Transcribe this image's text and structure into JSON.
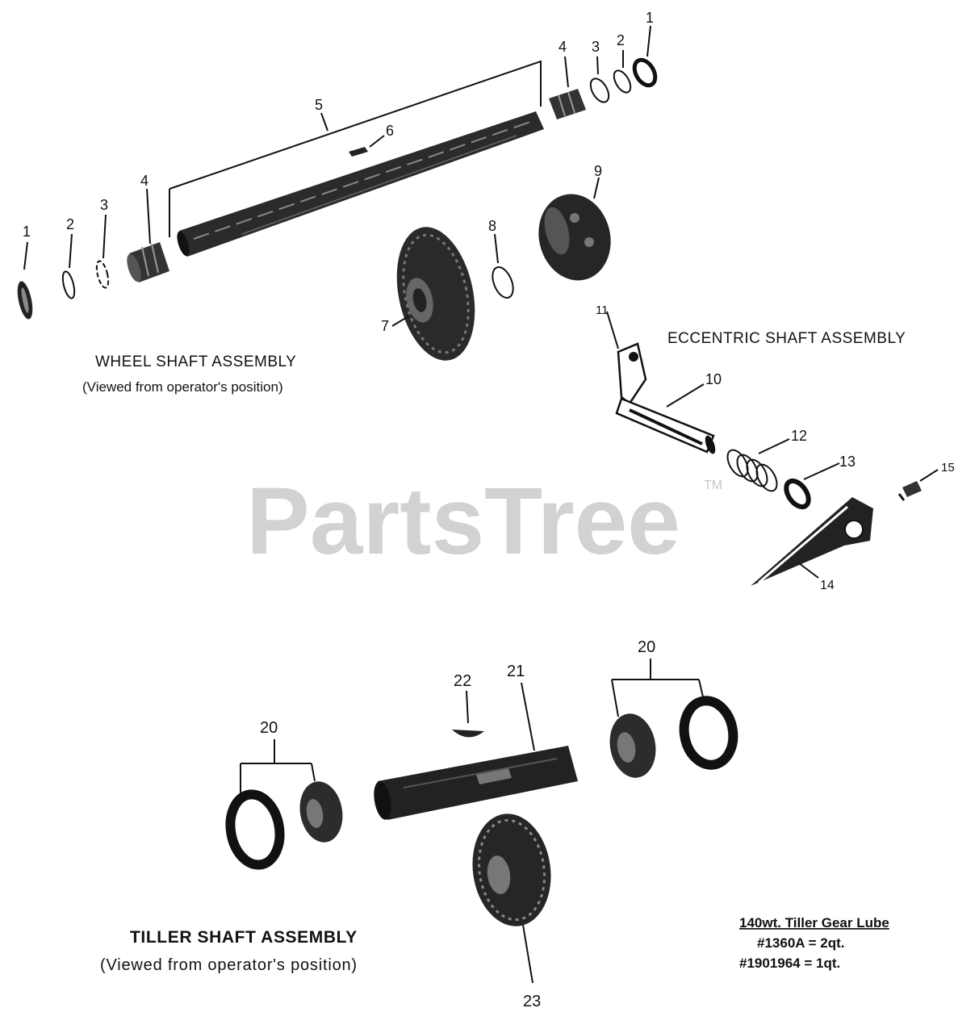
{
  "watermark": {
    "text": "PartsTree",
    "trademark": "TM"
  },
  "sections": {
    "wheel": {
      "title": "WHEEL SHAFT ASSEMBLY",
      "subtitle": "(Viewed from operator's position)"
    },
    "eccentric": {
      "title": "ECCENTRIC SHAFT ASSEMBLY"
    },
    "tiller": {
      "title": "TILLER SHAFT ASSEMBLY",
      "subtitle": "(Viewed from operator's position)"
    }
  },
  "lube_note": {
    "title": "140wt. Tiller Gear Lube",
    "line1": "#1360A = 2qt.",
    "line2": "#1901964 = 1qt."
  },
  "callouts": {
    "w1_left": "1",
    "w2_left": "2",
    "w3_left": "3",
    "w4_left": "4",
    "w5": "5",
    "w6": "6",
    "w4_right": "4",
    "w3_right": "3",
    "w2_right": "2",
    "w1_right": "1",
    "w7": "7",
    "w8": "8",
    "w9": "9",
    "e10": "10",
    "e11": "11",
    "e12": "12",
    "e13": "13",
    "e14": "14",
    "e15": "15",
    "t20_left": "20",
    "t20_right": "20",
    "t21": "21",
    "t22": "22",
    "t23": "23"
  }
}
